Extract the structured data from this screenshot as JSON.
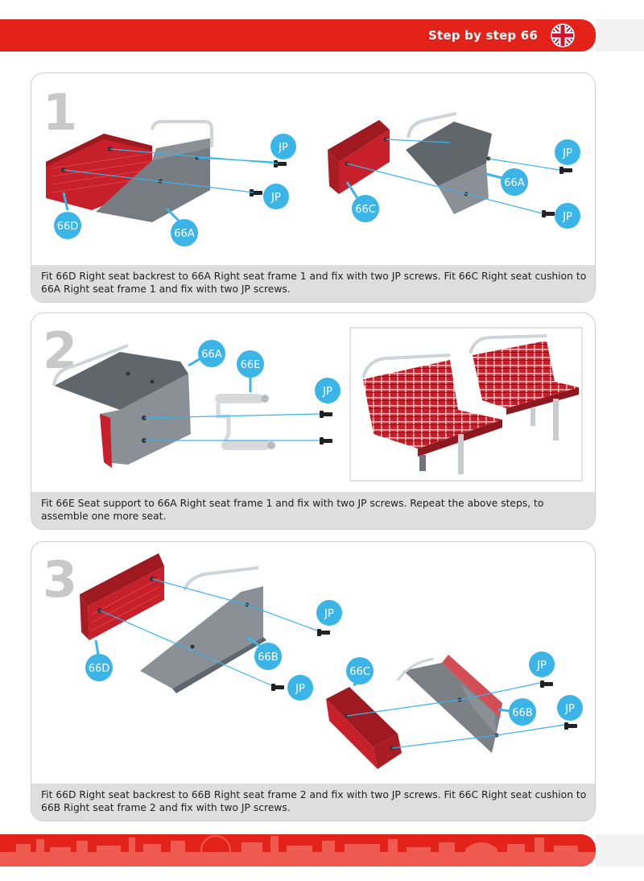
{
  "header": {
    "title": "Step by step 66",
    "flag_icon": "uk-flag-icon",
    "brand_color": "#e32219"
  },
  "steps": [
    {
      "number": "1",
      "caption": "Fit 66D Right seat backrest to 66A Right seat frame 1 and fix with two JP screws. Fit 66C Right seat cushion to 66A Right seat frame 1 and fix with two JP screws.",
      "labels": [
        "JP",
        "JP",
        "66D",
        "66A",
        "JP",
        "JP",
        "66A",
        "66C"
      ]
    },
    {
      "number": "2",
      "caption": "Fit 66E Seat support to 66A Right seat frame 1 and fix with two JP screws. Repeat the above steps, to assemble one more seat.",
      "labels": [
        "66A",
        "66E",
        "JP"
      ]
    },
    {
      "number": "3",
      "caption": "Fit 66D Right seat backrest to 66B Right seat frame 2 and fix with two JP screws. Fit 66C Right seat cushion to 66B Right seat frame 2 and fix with two JP screws.",
      "labels": [
        "JP",
        "66D",
        "66B",
        "JP",
        "66C",
        "JP",
        "66B",
        "JP"
      ]
    }
  ],
  "colors": {
    "callout": "#3bb4e8",
    "seat_red": "#c8202a",
    "frame_grey": "#6e7479",
    "caption_bg": "#dedede"
  }
}
